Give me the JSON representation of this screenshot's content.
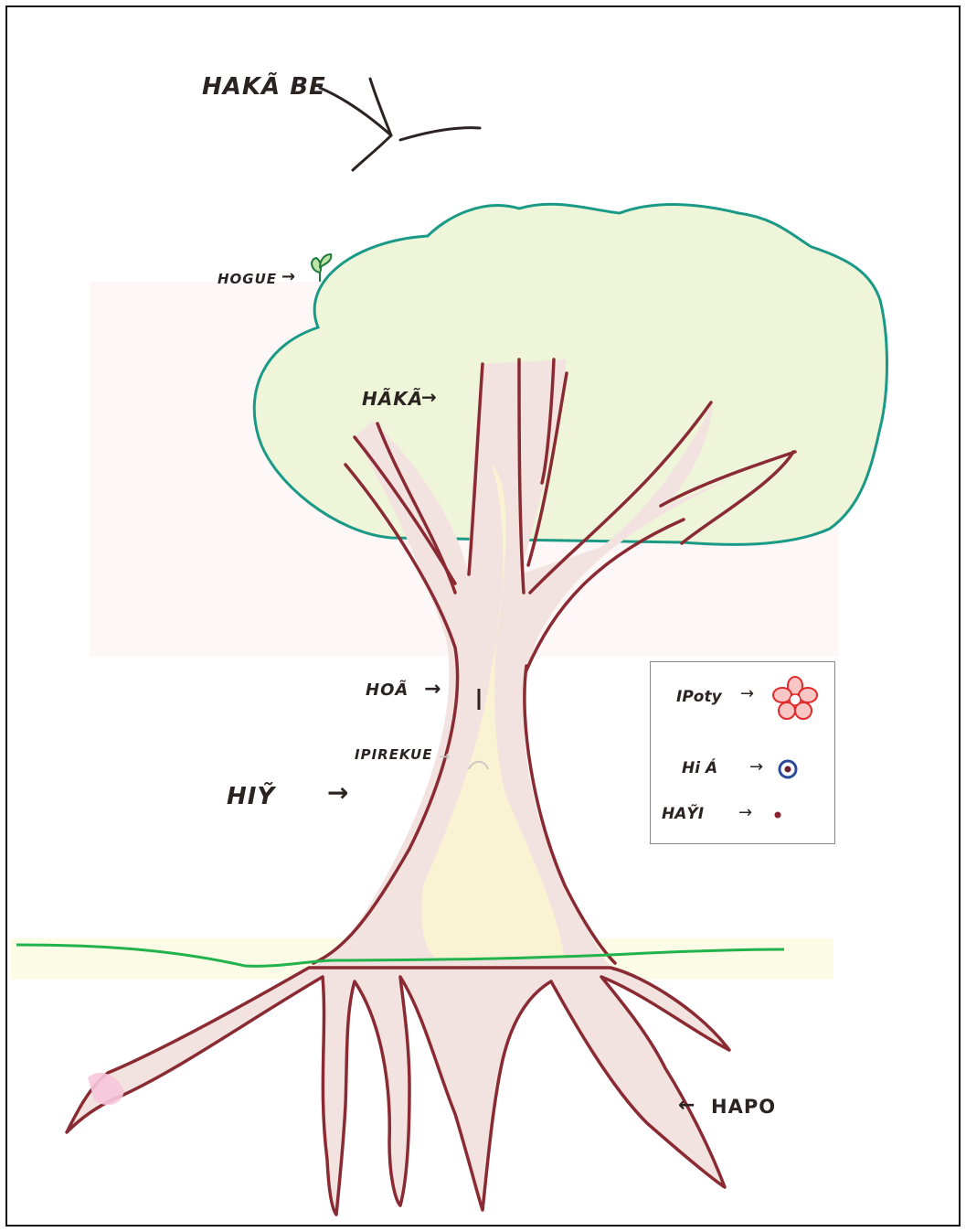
{
  "labels": {
    "sky": "HAKÃ BE",
    "leaf": "HOGUE",
    "branch": "HÃKÃ",
    "trunk_mark": "HOÃ",
    "bark_hole": "IPIREKUE",
    "trunk": "HIỸ",
    "roots": "HAPO"
  },
  "legend": {
    "items": [
      {
        "label": "IPoty",
        "symbol": "flower-icon"
      },
      {
        "label": "Hi Á",
        "symbol": "ring-icon"
      },
      {
        "label": "HAỸI",
        "symbol": "dot-icon"
      }
    ]
  },
  "arrow_glyph": "→",
  "arrow_left_glyph": "←",
  "colors": {
    "canopy_outline": "#1a9a86",
    "canopy_fill": "#eef5d8",
    "trunk_outline": "#8a2a33",
    "trunk_fill": "#f3e3e0",
    "ground": "#22b34c",
    "ink": "#2b2321",
    "flower": "#e02a2a",
    "ring": "#2a4a9a",
    "dot": "#8a2030"
  }
}
